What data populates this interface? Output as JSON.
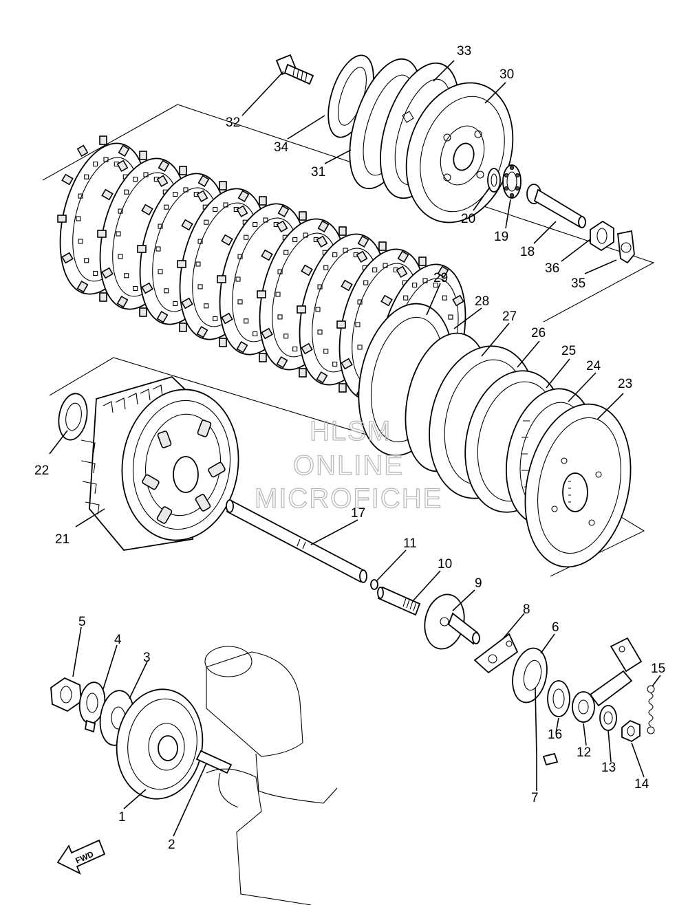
{
  "watermark": {
    "line1": "HLSM",
    "line2": "ONLINE",
    "line3": "MICROFICHE"
  },
  "fwd_label": "FWD",
  "callouts": [
    {
      "id": "p1",
      "label": "1"
    },
    {
      "id": "p2",
      "label": "2"
    },
    {
      "id": "p3",
      "label": "3"
    },
    {
      "id": "p4",
      "label": "4"
    },
    {
      "id": "p5",
      "label": "5"
    },
    {
      "id": "p6",
      "label": "6"
    },
    {
      "id": "p7",
      "label": "7"
    },
    {
      "id": "p8",
      "label": "8"
    },
    {
      "id": "p9",
      "label": "9"
    },
    {
      "id": "p10",
      "label": "10"
    },
    {
      "id": "p11",
      "label": "11"
    },
    {
      "id": "p12",
      "label": "12"
    },
    {
      "id": "p13",
      "label": "13"
    },
    {
      "id": "p14",
      "label": "14"
    },
    {
      "id": "p15",
      "label": "15"
    },
    {
      "id": "p16",
      "label": "16"
    },
    {
      "id": "p17",
      "label": "17"
    },
    {
      "id": "p18",
      "label": "18"
    },
    {
      "id": "p19",
      "label": "19"
    },
    {
      "id": "p20",
      "label": "20"
    },
    {
      "id": "p21",
      "label": "21"
    },
    {
      "id": "p22",
      "label": "22"
    },
    {
      "id": "p23",
      "label": "23"
    },
    {
      "id": "p24",
      "label": "24"
    },
    {
      "id": "p25",
      "label": "25"
    },
    {
      "id": "p26",
      "label": "26"
    },
    {
      "id": "p27",
      "label": "27"
    },
    {
      "id": "p28",
      "label": "28"
    },
    {
      "id": "p29",
      "label": "29"
    },
    {
      "id": "p30",
      "label": "30"
    },
    {
      "id": "p31",
      "label": "31"
    },
    {
      "id": "p32",
      "label": "32"
    },
    {
      "id": "p33",
      "label": "33"
    },
    {
      "id": "p34",
      "label": "34"
    },
    {
      "id": "p35",
      "label": "35"
    },
    {
      "id": "p36",
      "label": "36"
    }
  ]
}
